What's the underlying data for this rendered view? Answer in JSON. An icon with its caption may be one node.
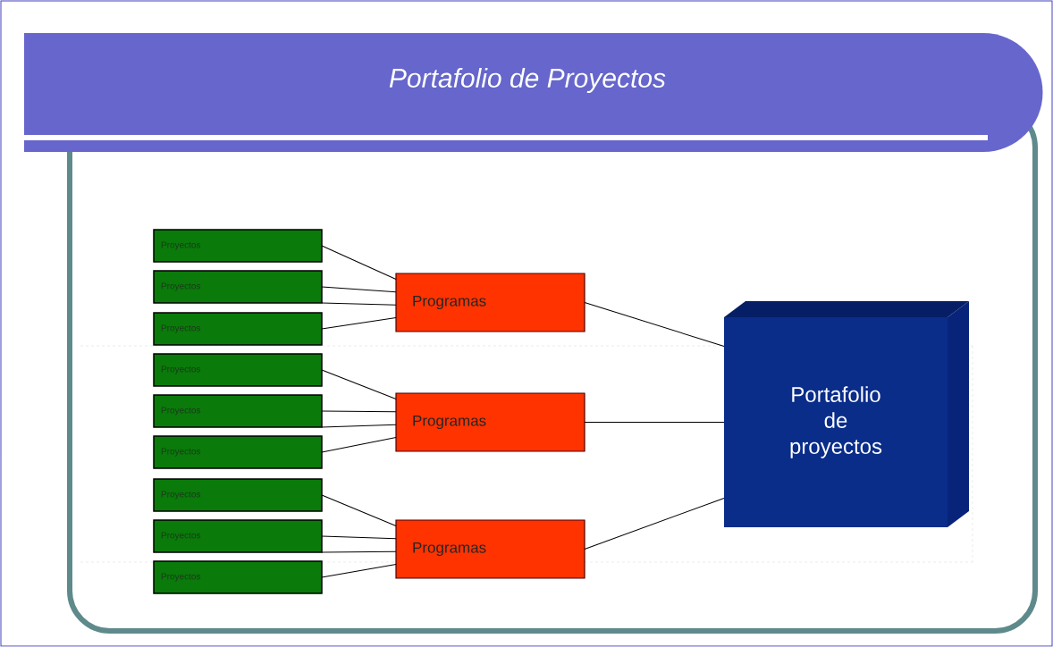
{
  "diagram": {
    "title": "Portafolio de Proyectos",
    "nodes": [
      {
        "text": [
          "Proyectos"
        ]
      },
      {
        "text": [
          "Proyectos"
        ]
      },
      {
        "text": [
          "Proyectos"
        ]
      },
      {
        "text": [
          "Programas"
        ]
      },
      {
        "text": [
          "Proyectos"
        ]
      },
      {
        "text": [
          "Proyectos"
        ]
      },
      {
        "text": [
          "Proyectos"
        ]
      },
      {
        "text": [
          "Programas"
        ]
      },
      {
        "text": [
          "Proyectos"
        ]
      },
      {
        "text": [
          "Proyectos"
        ]
      },
      {
        "text": [
          "Proyectos"
        ]
      },
      {
        "text": [
          "Programas"
        ]
      },
      {
        "text": [
          "Portafolio de proyectos"
        ]
      }
    ],
    "edges": [
      {
        "from": 0,
        "to": 3,
        "arrow": "none"
      },
      {
        "from": 1,
        "to": 3,
        "arrow": "none"
      },
      {
        "from": 1,
        "to": 3,
        "arrow": "none"
      },
      {
        "from": 2,
        "to": 3,
        "arrow": "none"
      },
      {
        "from": 4,
        "to": 7,
        "arrow": "none"
      },
      {
        "from": 5,
        "to": 7,
        "arrow": "none"
      },
      {
        "from": 5,
        "to": 7,
        "arrow": "none"
      },
      {
        "from": 6,
        "to": 7,
        "arrow": "none"
      },
      {
        "from": 8,
        "to": 11,
        "arrow": "none"
      },
      {
        "from": 9,
        "to": 11,
        "arrow": "none"
      },
      {
        "from": 9,
        "to": 11,
        "arrow": "none"
      },
      {
        "from": 10,
        "to": 11,
        "arrow": "none"
      },
      {
        "from": 3,
        "to": 12,
        "arrow": "none"
      },
      {
        "from": 7,
        "to": 12,
        "arrow": "none"
      },
      {
        "from": 11,
        "to": 12,
        "arrow": "none"
      }
    ]
  }
}
